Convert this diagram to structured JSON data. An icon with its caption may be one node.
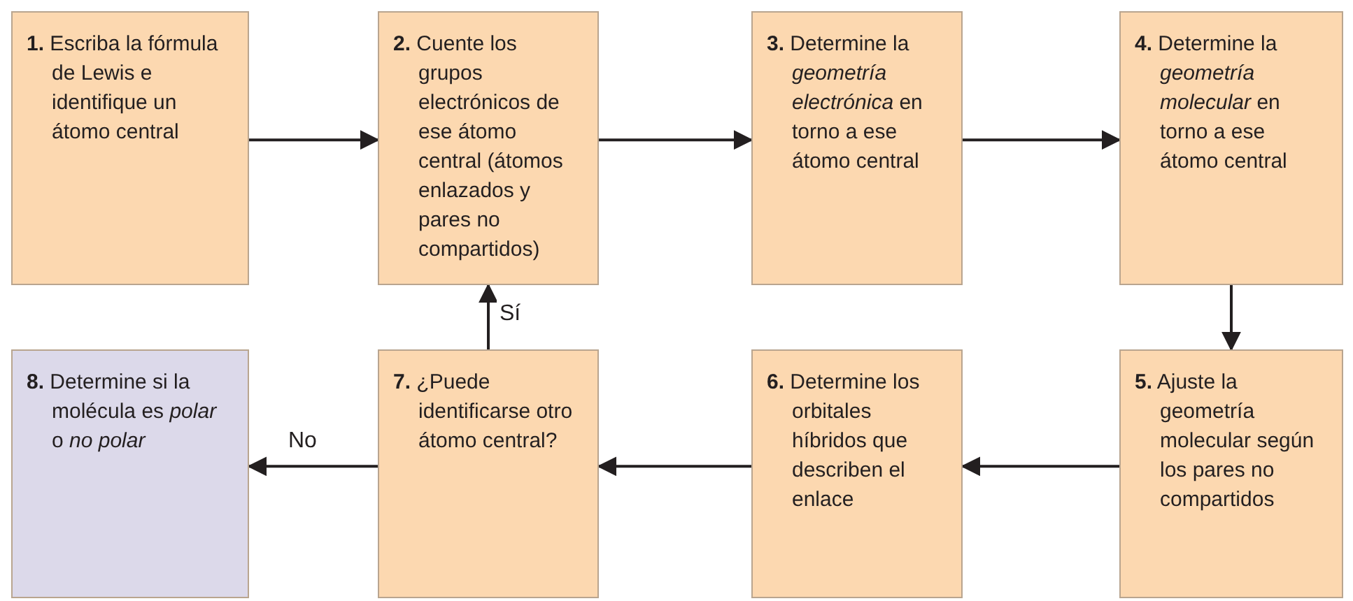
{
  "diagram": {
    "nodes": [
      {
        "text": [
          "**1.** Escriba la fórmula de Lewis e identifique un átomo central"
        ]
      },
      {
        "text": [
          "**2.** Cuente los grupos electrónicos de ese átomo central (átomos enlazados y pares no compartidos)"
        ]
      },
      {
        "text": [
          "**3.** Determine la *geometría electrónica* en torno a ese átomo central"
        ]
      },
      {
        "text": [
          "**4.** Determine la *geometría molecular* en torno a ese átomo central"
        ]
      },
      {
        "text": [
          "**5.** Ajuste la geometría molecular según los pares no compartidos"
        ]
      },
      {
        "text": [
          "**6.** Determine los orbitales híbridos que describen el enlace"
        ]
      },
      {
        "text": [
          "**7.** ¿Puede identificarse otro átomo central?"
        ]
      },
      {
        "text": [
          "**8.** Determine si la molécula es *polar* o *no polar*"
        ]
      }
    ],
    "edges": [
      {
        "from": 0,
        "to": 1,
        "arrow": "to"
      },
      {
        "from": 1,
        "to": 2,
        "arrow": "to"
      },
      {
        "from": 2,
        "to": 3,
        "arrow": "to"
      },
      {
        "from": 3,
        "to": 4,
        "arrow": "to"
      },
      {
        "from": 4,
        "to": 5,
        "arrow": "to"
      },
      {
        "from": 5,
        "to": 6,
        "arrow": "to"
      },
      {
        "from": 6,
        "to": 1,
        "arrow": "to",
        "label": "Sí"
      },
      {
        "from": 6,
        "to": 7,
        "arrow": "to",
        "label": "No"
      }
    ]
  }
}
